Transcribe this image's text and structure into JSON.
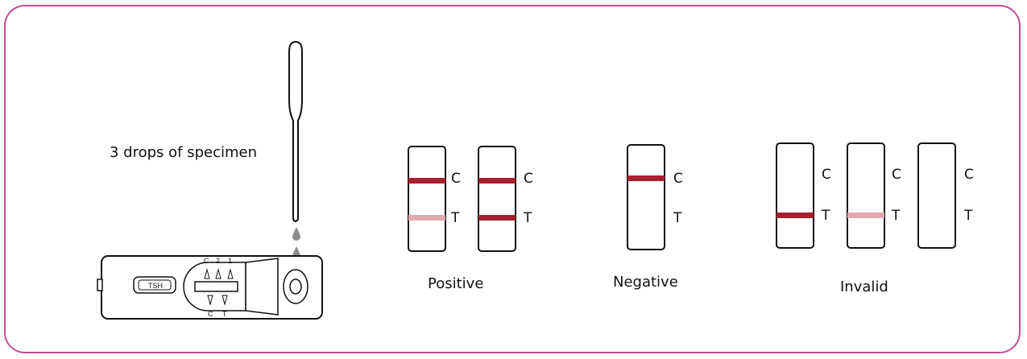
{
  "instruction": "3 drops of specimen",
  "device": {
    "label": "TSH",
    "window_top_labels": [
      "C",
      "2",
      "1"
    ],
    "window_bottom_labels": [
      "C",
      "T"
    ]
  },
  "strip_labels": {
    "control": "C",
    "test": "T"
  },
  "groups": [
    {
      "caption": "Positive"
    },
    {
      "caption": "Negative"
    },
    {
      "caption": "Invalid"
    }
  ],
  "colors": {
    "frame": "#c04f92",
    "line_strong": "#a8202e",
    "line_faint": "#e3a9b1"
  }
}
